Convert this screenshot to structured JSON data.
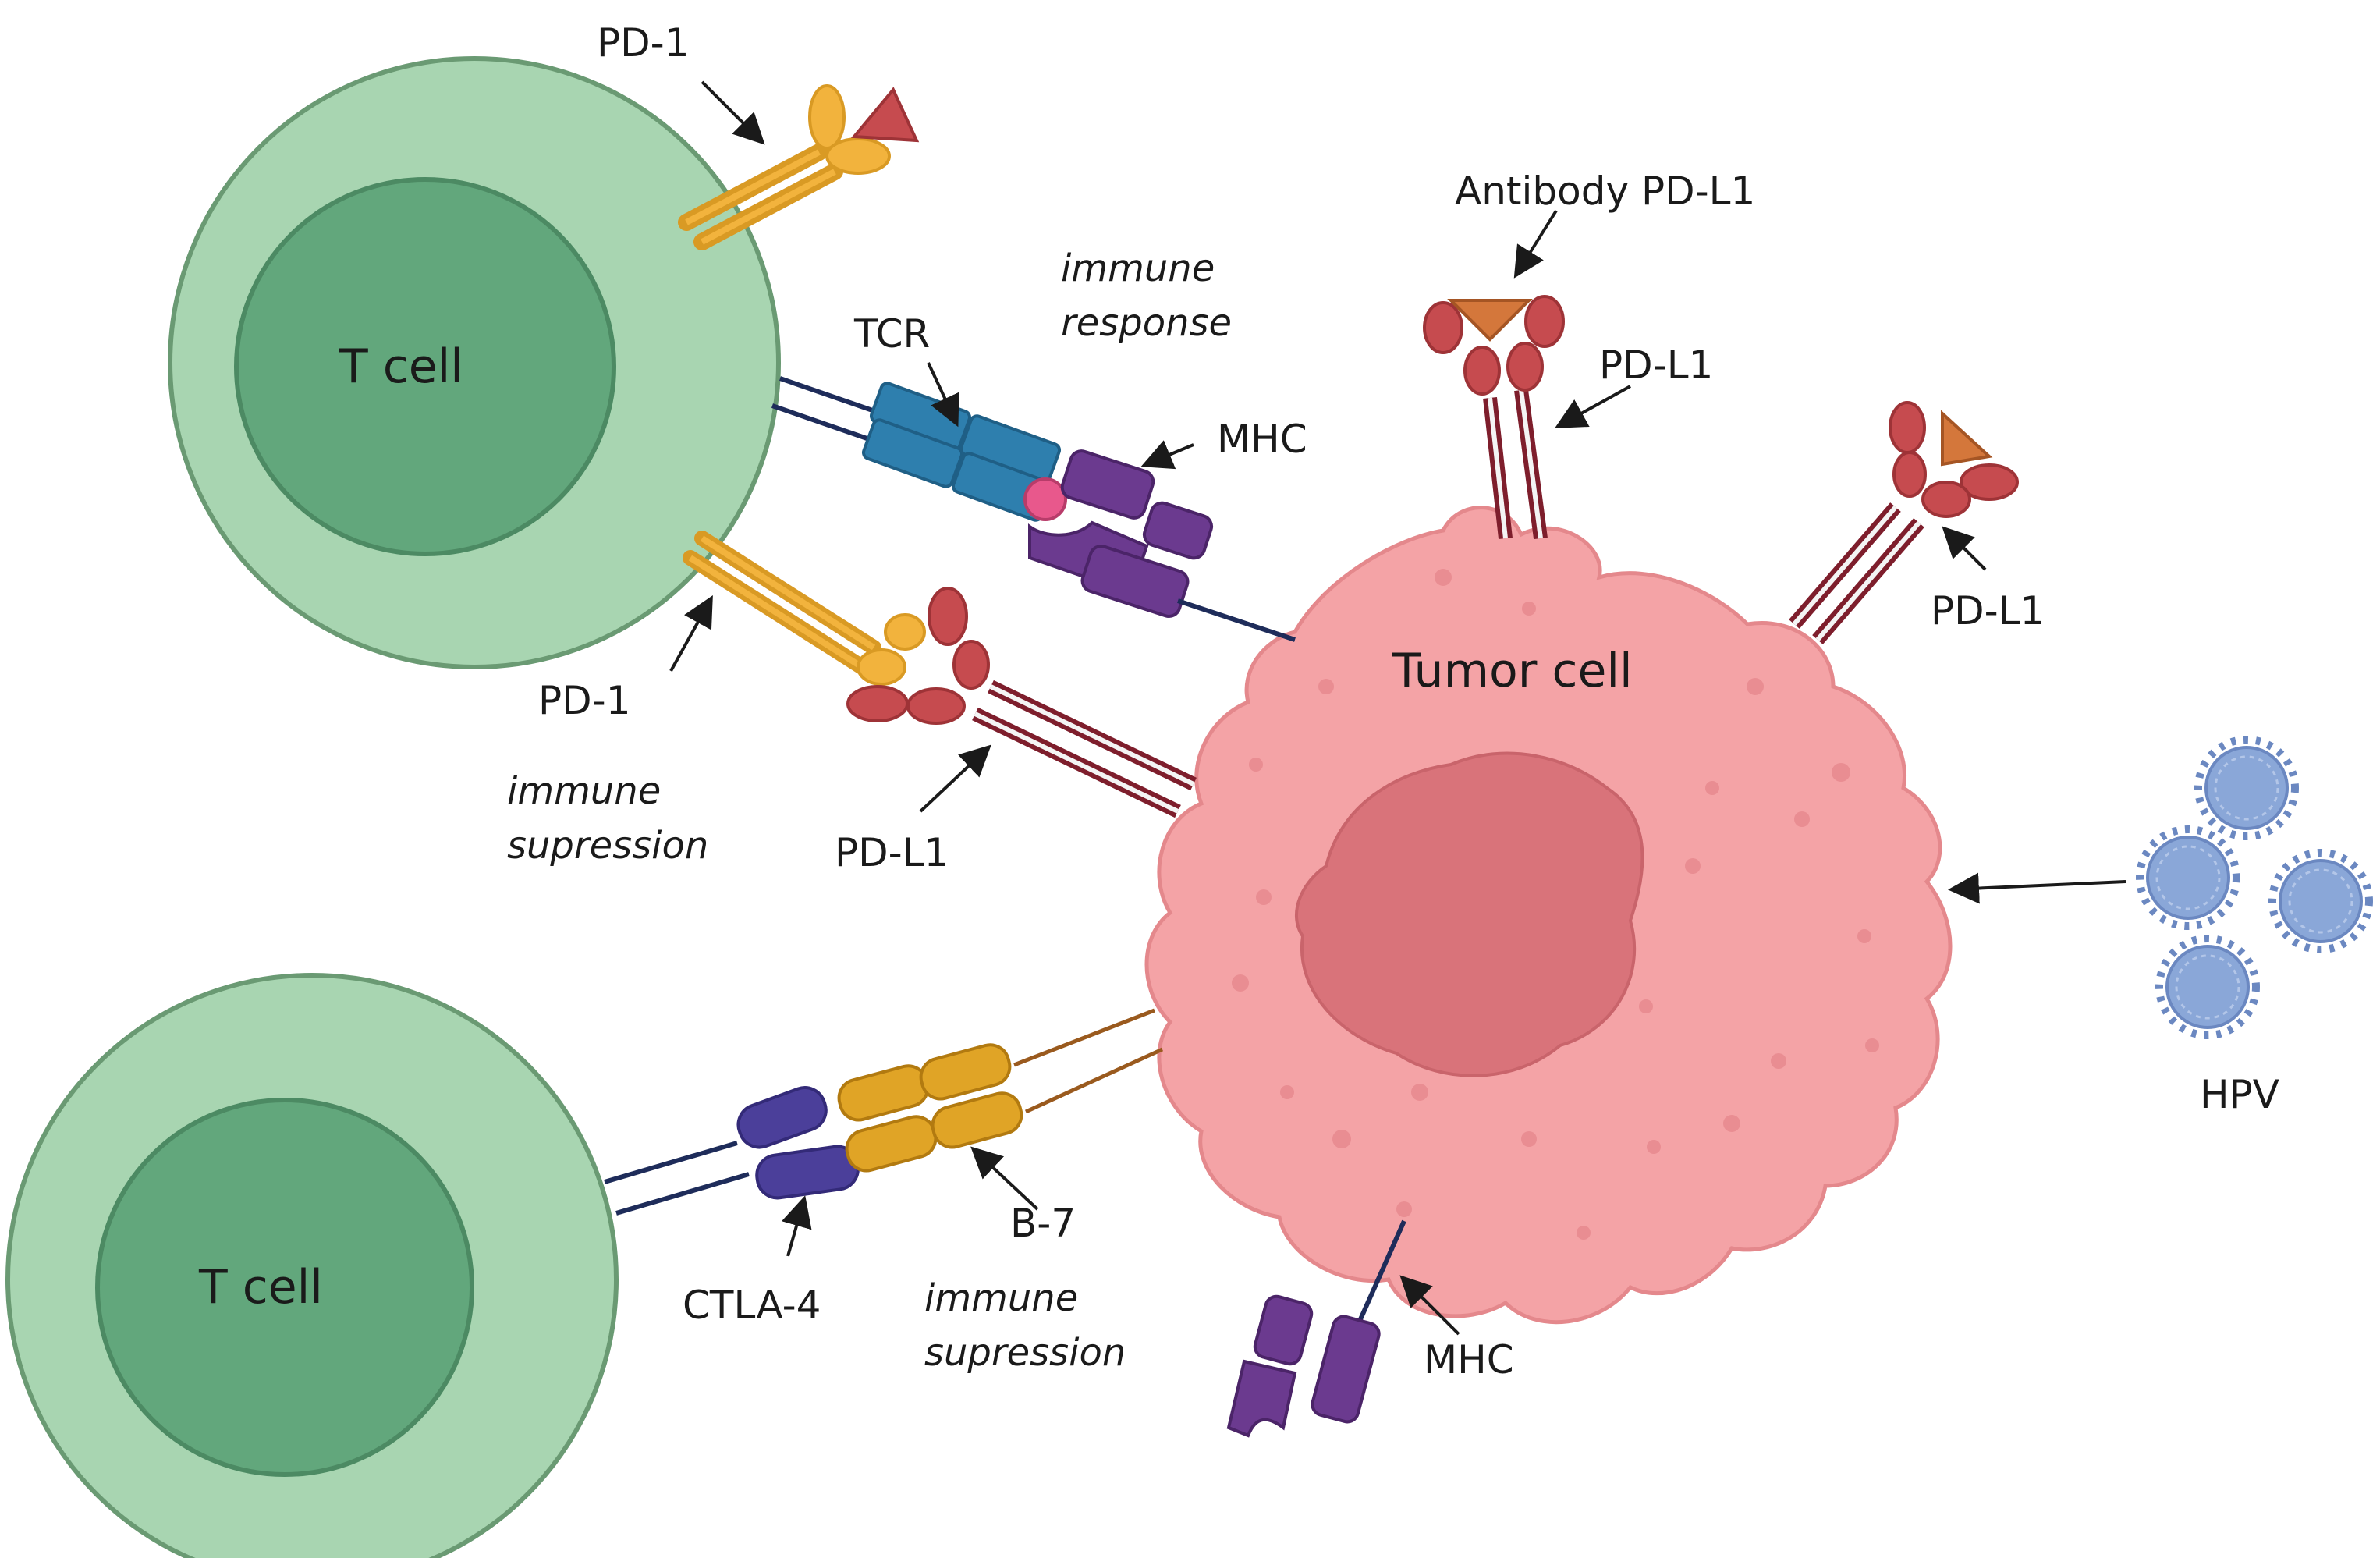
{
  "labels": {
    "pd1_top": "PD-1",
    "pd1_mid": "PD-1",
    "tcr": "TCR",
    "mhc_upper": "MHC",
    "mhc_lower": "MHC",
    "immune_response_1": "immune",
    "immune_response_2": "response",
    "immune_supression_1_a": "immune",
    "immune_supression_1_b": "supression",
    "immune_supression_2_a": "immune",
    "immune_supression_2_b": "supression",
    "antibody_pdl1": "Antibody PD-L1",
    "pdl1_top": "PD-L1",
    "pdl1_right": "PD-L1",
    "pdl1_mid": "PD-L1",
    "tumor_cell": "Tumor cell",
    "t_cell_upper": "T cell",
    "t_cell_lower": "T cell",
    "ctla4": "CTLA-4",
    "b7": "B-7",
    "hpv": "HPV"
  },
  "colors": {
    "tcell_outer": "#a8d5b1",
    "tcell_outer_stroke": "#6a9a73",
    "tcell_inner": "#62a77c",
    "tcell_inner_stroke": "#4c8a63",
    "tumor": "#f4a3a6",
    "tumor_stroke": "#e4888c",
    "tumor_nucleus": "#d9737a",
    "tumor_dots": "#e98d92",
    "pd1": "#f2b33d",
    "pdl1": "#c64b4f",
    "stalk_pdl1": "#7e1e2c",
    "tcr": "#2e7fae",
    "mhc": "#6b3a8f",
    "ctla4": "#4b3f9a",
    "b7": "#e0a426",
    "antigen": "#e8588c",
    "antibody": "#d4773b",
    "hpv": "#8aa7d8",
    "hpv_spikes": "#6b88c1",
    "arrow": "#1a1a1a"
  }
}
